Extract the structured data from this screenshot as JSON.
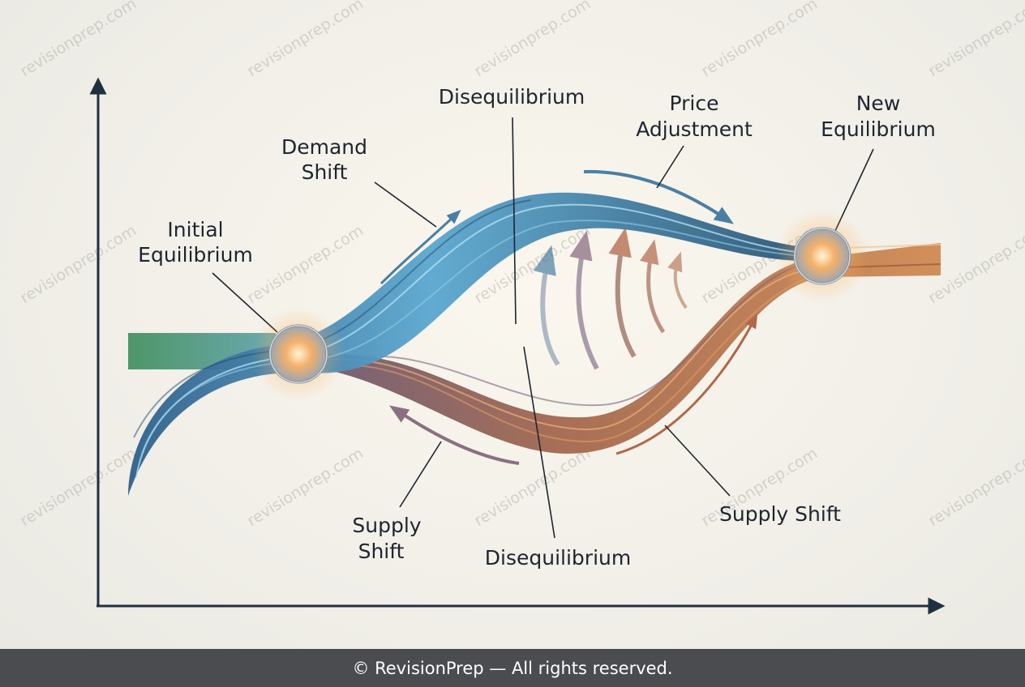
{
  "watermark": "revisionprep.com",
  "labels": {
    "initial_line1": "Initial",
    "initial_line2": "Equilibrium",
    "demand_line1": "Demand",
    "demand_line2": "Shift",
    "diseq_top": "Disequilibrium",
    "price_line1": "Price",
    "price_line2": "Adjustment",
    "new_line1": "New",
    "new_line2": "Equilibrium",
    "supply_left_line1": "Supply",
    "supply_left_line2": "Shift",
    "diseq_bottom": "Disequilibrium",
    "supply_right": "Supply Shift"
  },
  "footer": "© RevisionPrep — All rights reserved.",
  "colors": {
    "axis": "#1f3040",
    "demand_blue": "#3f7ba6",
    "supply_copper": "#b8683e",
    "supply_mauve": "#8a6a78",
    "initial_green": "#3f8f5a",
    "node_glow": "#ffb35a"
  }
}
